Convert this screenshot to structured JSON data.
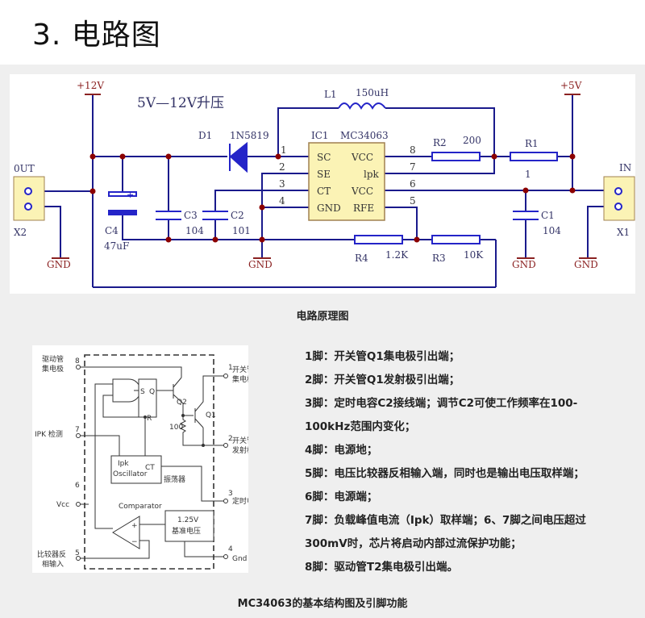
{
  "page_title": "3. 电路图",
  "schematic": {
    "title": "5V—12V升压",
    "colors": {
      "wire": "#1a1a8c",
      "node": "#8b0000",
      "label": "#333366",
      "ic_fill": "#fbf3b5",
      "gnd": "#8b2222",
      "component": "#2424c8"
    },
    "rails": {
      "plus12v": "+12V",
      "plus5v": "+5V"
    },
    "gnd_label": "GND",
    "out_connector": {
      "name": "0UT",
      "ref": "X2"
    },
    "in_connector": {
      "name": "IN",
      "ref": "X1"
    },
    "diode": {
      "ref": "D1",
      "part": "1N5819"
    },
    "inductor": {
      "ref": "L1",
      "value": "150uH"
    },
    "ic": {
      "ref": "IC1",
      "part": "MC34063",
      "left_pins": [
        {
          "num": "1",
          "name": "SC"
        },
        {
          "num": "2",
          "name": "SE"
        },
        {
          "num": "3",
          "name": "CT"
        },
        {
          "num": "4",
          "name": "GND"
        }
      ],
      "right_pins": [
        {
          "num": "8",
          "name": "VCC"
        },
        {
          "num": "7",
          "name": "lpk"
        },
        {
          "num": "6",
          "name": "VCC"
        },
        {
          "num": "5",
          "name": "RFE"
        }
      ]
    },
    "components": {
      "C4": {
        "ref": "C4",
        "value": "47uF"
      },
      "C3": {
        "ref": "C3",
        "value": "104"
      },
      "C2": {
        "ref": "C2",
        "value": "101"
      },
      "C1": {
        "ref": "C1",
        "value": "104"
      },
      "R1": {
        "ref": "R1",
        "value": "1"
      },
      "R2": {
        "ref": "R2",
        "value": "200"
      },
      "R3": {
        "ref": "R3",
        "value": "10K"
      },
      "R4": {
        "ref": "R4",
        "value": "1.2K"
      }
    },
    "caption": "电路原理图"
  },
  "block_diagram": {
    "pins": {
      "p8": {
        "num": "8",
        "label1": "驱动管",
        "label2": "集电极"
      },
      "p7": {
        "num": "7",
        "label1": "IPK 检测"
      },
      "p6": {
        "num": "6",
        "label1": "Vcc"
      },
      "p5": {
        "num": "5",
        "label1": "比较器反",
        "label2": "相输入"
      },
      "p1": {
        "num": "1",
        "label1": "开关管",
        "label2": "集电极"
      },
      "p2": {
        "num": "2",
        "label1": "开关管",
        "label2": "发射极"
      },
      "p3": {
        "num": "3",
        "label1": "定时电容"
      },
      "p4": {
        "num": "4",
        "label1": "Gnd"
      }
    },
    "labels": {
      "flipflop_s": "S",
      "flipflop_q": "Q",
      "flipflop_r": "R",
      "q1": "Q1",
      "q2": "Q2",
      "resistor": "100",
      "osc_ipk": "Ipk",
      "osc_name": "Oscillator",
      "osc_ct": "CT",
      "osc_cn": "振荡器",
      "comparator": "Comparator",
      "ref_v": "1.25V",
      "ref_cn": "基准电压",
      "plus": "+",
      "minus": "−"
    },
    "caption": "MC34063的基本结构图及引脚功能"
  },
  "pin_descriptions": [
    "1脚：开关管Q1集电极引出端；",
    "2脚：开关管Q1发射极引出端；",
    "3脚：定时电容C2接线端；调节C2可使工作频率在100-",
    "100kHz范围内变化；",
    "4脚：电源地；",
    "5脚：电压比较器反相输入端，同时也是输出电压取样端；",
    "6脚：电源端；",
    "7脚：负载峰值电流（Ipk）取样端；6、7脚之间电压超过",
    "300mV时，芯片将启动内部过流保护功能；",
    "8脚：驱动管T2集电极引出端。"
  ]
}
